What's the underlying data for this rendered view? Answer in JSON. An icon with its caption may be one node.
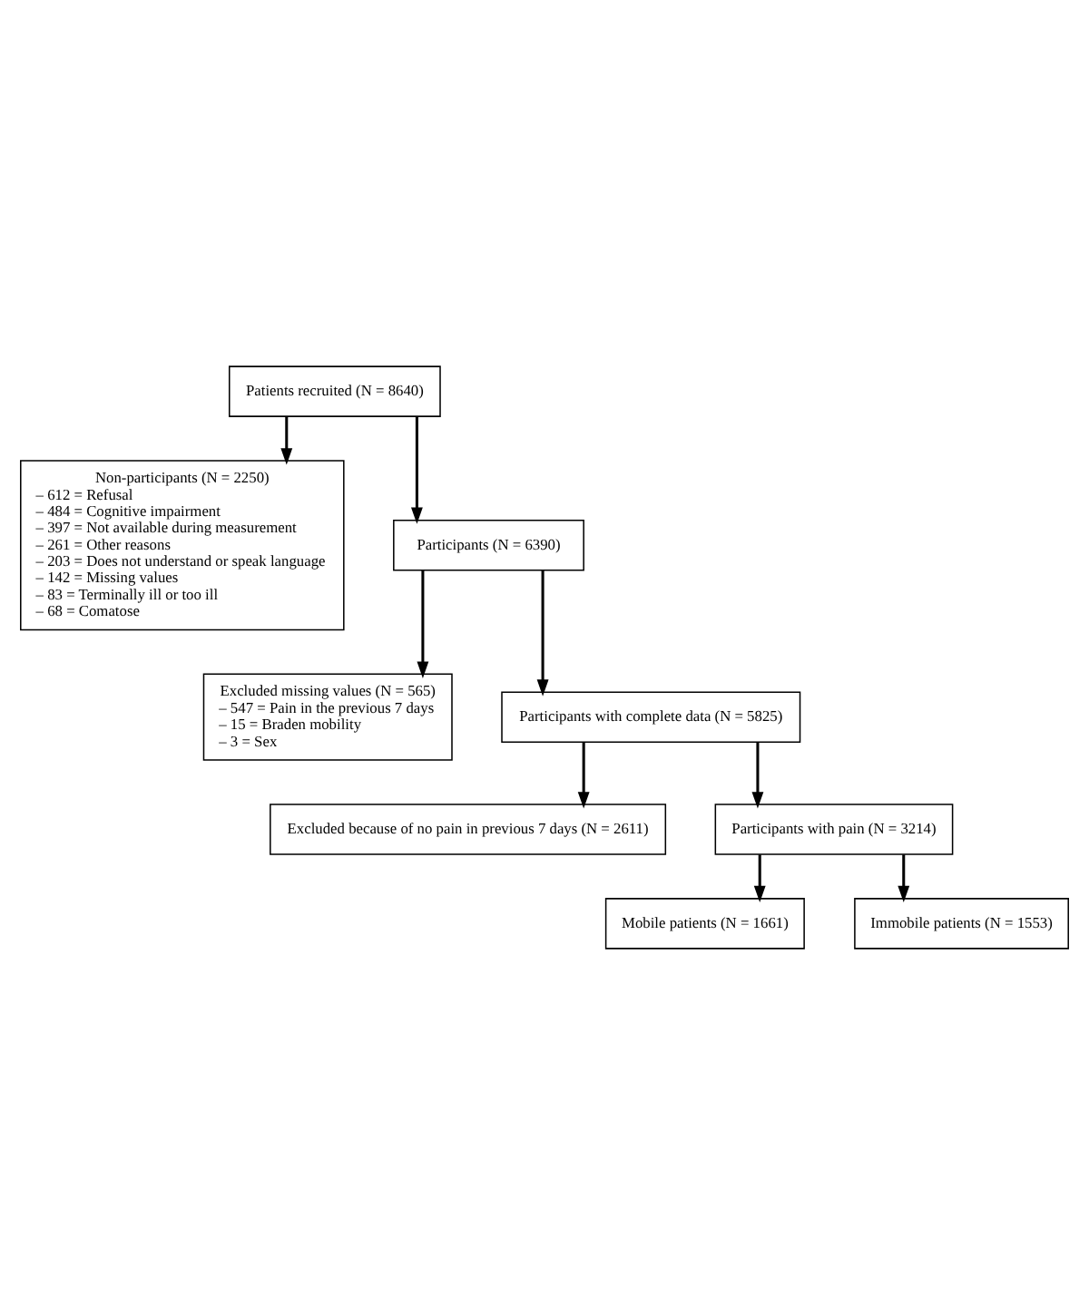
{
  "diagram": {
    "nodes": [
      {
        "text": [
          "Patients recruited (N = 8640)"
        ]
      },
      {
        "text": [
          "Non-participants (N = 2250)",
          "– 612 = Refusal",
          "– 484 = Cognitive impairment",
          "– 397 = Not available during measurement",
          "– 261 = Other reasons",
          "– 203 = Does not understand or speak language",
          "– 142 = Missing values",
          "– 83 = Terminally ill or too ill",
          "– 68 = Comatose"
        ]
      },
      {
        "text": [
          "Participants (N = 6390)"
        ]
      },
      {
        "text": [
          "Excluded missing values (N = 565)",
          "– 547 = Pain in the previous 7 days",
          "– 15 = Braden mobility",
          "– 3 = Sex"
        ]
      },
      {
        "text": [
          "Participants with complete data (N = 5825)"
        ]
      },
      {
        "text": [
          "Excluded because of no pain in previous 7 days (N = 2611)"
        ]
      },
      {
        "text": [
          "Participants with pain (N = 3214)"
        ]
      },
      {
        "text": [
          "Mobile patients (N = 1661)"
        ]
      },
      {
        "text": [
          "Immobile patients (N = 1553)"
        ]
      }
    ],
    "edges": [
      {
        "from": 0,
        "to": 2,
        "arrow": "to"
      },
      {
        "from": 0,
        "to": 1,
        "arrow": "to"
      },
      {
        "from": 2,
        "to": 4,
        "arrow": "to"
      },
      {
        "from": 2,
        "to": 3,
        "arrow": "to"
      },
      {
        "from": 4,
        "to": 6,
        "arrow": "to"
      },
      {
        "from": 4,
        "to": 5,
        "arrow": "to"
      },
      {
        "from": 6,
        "to": 7,
        "arrow": "to"
      },
      {
        "from": 6,
        "to": 8,
        "arrow": "to"
      }
    ]
  }
}
